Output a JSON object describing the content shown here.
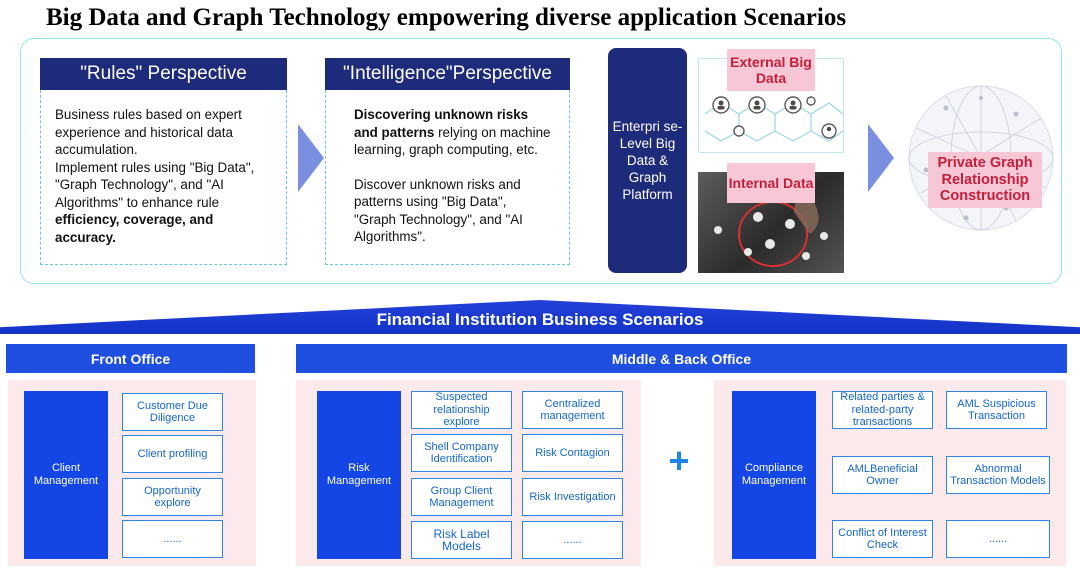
{
  "title": "Big Data and Graph Technology empowering diverse application Scenarios",
  "rules": {
    "heading": "\"Rules\" Perspective",
    "line1": "Business rules based on expert experience and historical data accumulation.",
    "line2": "Implement rules using \"Big Data\", \"Graph Technology\", and \"AI Algorithms\" to enhance rule",
    "bold": "efficiency, coverage, and accuracy."
  },
  "intelligence": {
    "heading": "\"Intelligence\"Perspective",
    "bold": "Discovering unknown risks and patterns",
    "rest": " relying on machine learning, graph computing, etc.",
    "para2": "Discover unknown risks and patterns using \"Big Data\", \"Graph Technology\", and \"AI Algorithms\"."
  },
  "platform": "Enterpri se-Level Big Data & Graph Platform",
  "external": "External Big Data",
  "internal": "Internal Data",
  "private": "Private Graph Relationship Construction",
  "banner": "Financial Institution Business Scenarios",
  "front_office": {
    "heading": "Front Office",
    "group": "Client Management",
    "items": [
      "Customer Due Diligence",
      "Client profiling",
      "Opportunity explore",
      "......"
    ]
  },
  "middle_back": {
    "heading": "Middle & Back Office",
    "risk": {
      "group": "Risk Management",
      "items": [
        "Suspected relationship explore",
        "Centralized management",
        "Shell Company Identification",
        "Risk Contagion",
        "Group Client Management",
        "Risk Investigation",
        "Risk Label Models",
        "......"
      ]
    },
    "plus": "+",
    "compliance": {
      "group": "Compliance Management",
      "items": [
        "Related parties & related-party transactions",
        "AML Suspicious Transaction",
        "AMLBeneficial Owner",
        "Abnormal Transaction Models",
        "Conflict of Interest Check",
        "......"
      ]
    }
  },
  "colors": {
    "navy": "#1e2b7a",
    "blue": "#1f4fe0",
    "pink_tag": "#f7c7d6",
    "pink_bg": "#fbe9ec",
    "item_text": "#1466c8"
  }
}
